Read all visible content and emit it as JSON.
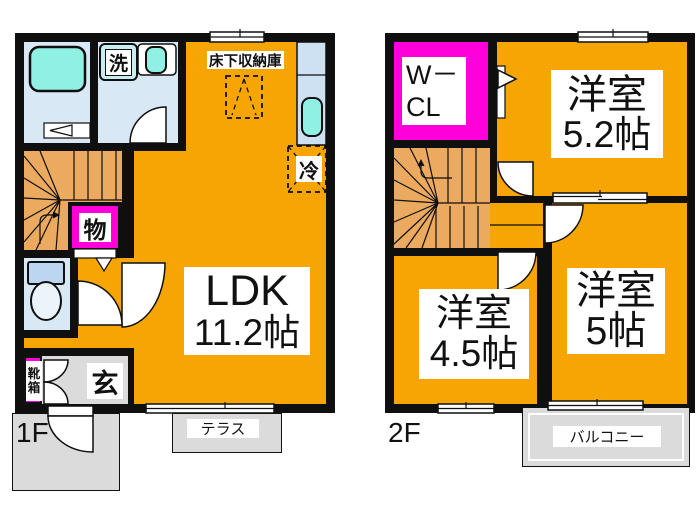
{
  "title": "間取り図",
  "colors": {
    "wall": "#0f0f0f",
    "orange": "#F6A502",
    "magenta": "#FF00DB",
    "stairs_tan": "#EBAA5F",
    "room_blue": "#D9E8F5",
    "fixture_cyan": "#8FF0E3",
    "counter_blue": "#CDE1F3",
    "tank_blue": "#BCD6F2",
    "bowl_white": "#ECF4FB",
    "outdoor_gray": "#DBDBDB"
  },
  "floor1": {
    "floor_label": "1F",
    "ldk": {
      "name": "LDK",
      "size": "11.2帖"
    },
    "underfloor_storage": "床下収納庫",
    "fridge": "冷",
    "washer": "洗",
    "closet": "物",
    "entrance": "玄",
    "shoe_box": "靴箱",
    "terrace": "テラス"
  },
  "floor2": {
    "floor_label": "2F",
    "wcl_line1": "W－",
    "wcl_line2": "CL",
    "room_52": {
      "name": "洋室",
      "size": "5.2帖"
    },
    "room_45": {
      "name": "洋室",
      "size": "4.5帖"
    },
    "room_5": {
      "name": "洋室",
      "size": "5帖"
    },
    "balcony": "バルコニー"
  }
}
